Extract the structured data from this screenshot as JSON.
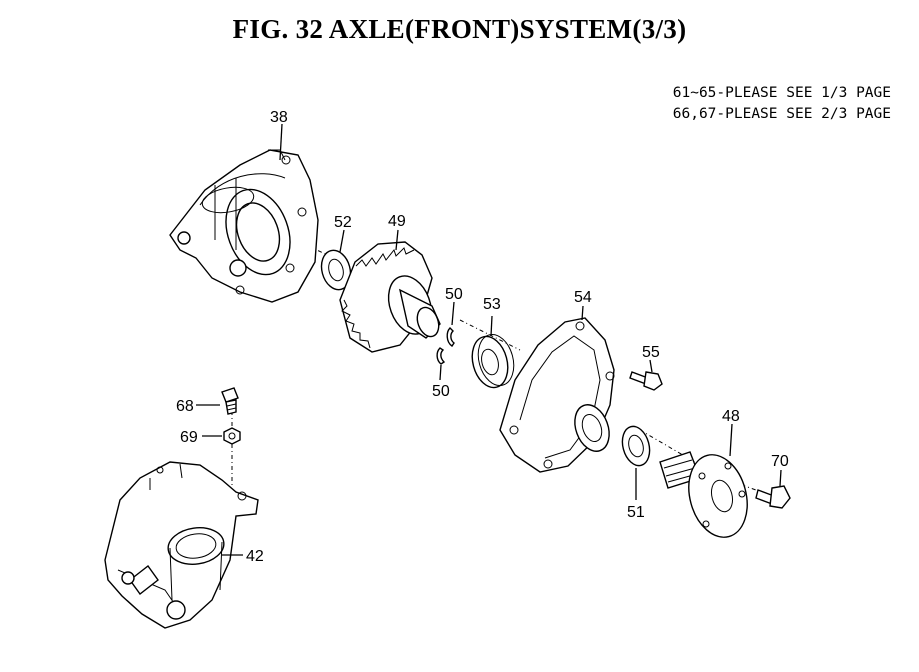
{
  "title": "FIG. 32  AXLE(FRONT)SYSTEM(3/3)",
  "notes": [
    "61~65-PLEASE SEE 1/3 PAGE",
    "66,67-PLEASE SEE 2/3 PAGE"
  ],
  "callouts": {
    "p38": "38",
    "p52": "52",
    "p49": "49",
    "p50a": "50",
    "p50b": "50",
    "p53": "53",
    "p54": "54",
    "p55": "55",
    "p48": "48",
    "p70": "70",
    "p51": "51",
    "p68": "68",
    "p69": "69",
    "p42": "42"
  }
}
